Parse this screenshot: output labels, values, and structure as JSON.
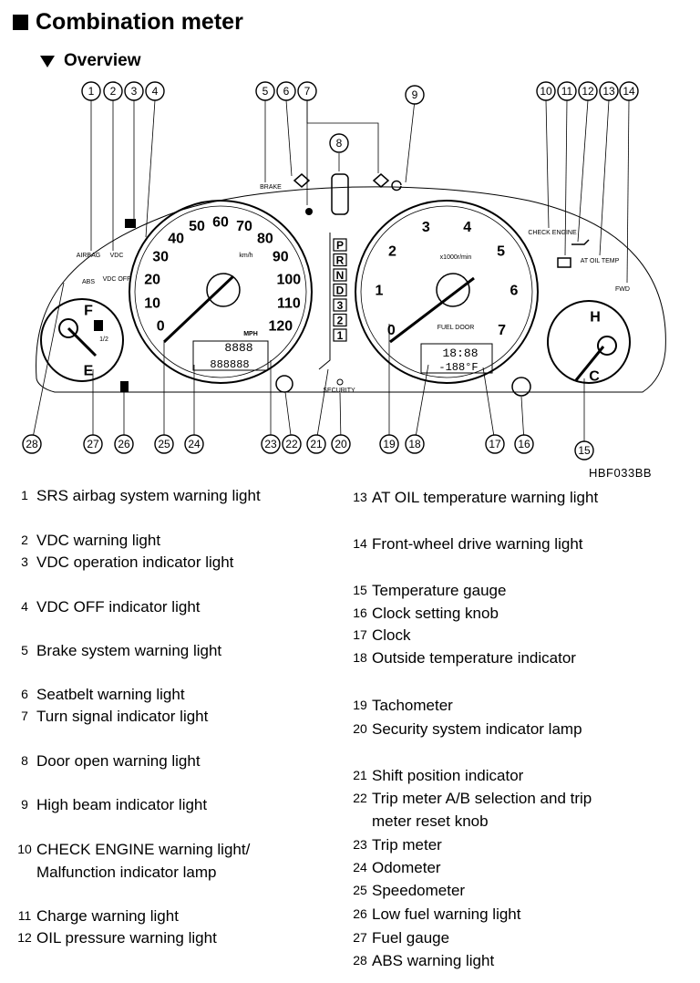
{
  "header": {
    "title": "Combination meter",
    "subtitle": "Overview"
  },
  "figure": {
    "code": "HBF033BB",
    "labels": {
      "airbag": "AIRBAG",
      "vdc": "VDC",
      "vdc_off": "VDC OFF",
      "abs": "ABS",
      "brake": "BRAKE",
      "check_engine": "CHECK ENGINE",
      "at_oil_temp": "AT OIL TEMP",
      "fwd": "FWD",
      "security": "SECURITY",
      "mph": "MPH",
      "kmh": "km/h",
      "rpm": "x1000r/min",
      "fuel_door": "FUEL DOOR",
      "odometer_display": "888888",
      "trip_display": "8888",
      "clock_display": "18:88",
      "temp_display": "-188°F",
      "fuel_full": "F",
      "fuel_half": "1/2",
      "fuel_empty": "E",
      "temp_hot": "H",
      "temp_cold": "C"
    },
    "speedometer_mph": [
      "0",
      "10",
      "20",
      "30",
      "40",
      "50",
      "60",
      "70",
      "80",
      "90",
      "100",
      "110",
      "120"
    ],
    "tachometer": [
      "0",
      "1",
      "2",
      "3",
      "4",
      "5",
      "6",
      "7"
    ],
    "shift_positions": [
      "P",
      "R",
      "N",
      "D",
      "3",
      "2",
      "1"
    ],
    "callouts_top": [
      "1",
      "2",
      "3",
      "4",
      "5",
      "6",
      "7",
      "8",
      "9",
      "10",
      "11",
      "12",
      "13",
      "14"
    ],
    "callouts_bottom": [
      "28",
      "27",
      "26",
      "25",
      "24",
      "23",
      "22",
      "21",
      "20",
      "19",
      "18",
      "17",
      "16",
      "15"
    ]
  },
  "legend": [
    {
      "num": "1",
      "text": "SRS airbag system warning light"
    },
    {
      "num": "2",
      "text": "VDC warning light"
    },
    {
      "num": "3",
      "text": "VDC operation indicator light"
    },
    {
      "num": "4",
      "text": "VDC OFF indicator light"
    },
    {
      "num": "5",
      "text": "Brake system warning light"
    },
    {
      "num": "6",
      "text": "Seatbelt warning light"
    },
    {
      "num": "7",
      "text": "Turn signal indicator light"
    },
    {
      "num": "8",
      "text": "Door open warning light"
    },
    {
      "num": "9",
      "text": "High beam indicator light"
    },
    {
      "num": "10",
      "text": "CHECK ENGINE warning light/\nMalfunction indicator lamp"
    },
    {
      "num": "11",
      "text": "Charge warning light"
    },
    {
      "num": "12",
      "text": "OIL pressure warning light"
    },
    {
      "num": "13",
      "text": "AT OIL temperature warning light"
    },
    {
      "num": "14",
      "text": "Front-wheel drive warning light"
    },
    {
      "num": "15",
      "text": "Temperature gauge"
    },
    {
      "num": "16",
      "text": "Clock setting knob"
    },
    {
      "num": "17",
      "text": "Clock"
    },
    {
      "num": "18",
      "text": "Outside temperature indicator"
    },
    {
      "num": "19",
      "text": "Tachometer"
    },
    {
      "num": "20",
      "text": "Security system indicator lamp"
    },
    {
      "num": "21",
      "text": "Shift position indicator"
    },
    {
      "num": "22",
      "text": "Trip meter A/B selection and trip\nmeter reset knob"
    },
    {
      "num": "23",
      "text": "Trip meter"
    },
    {
      "num": "24",
      "text": "Odometer"
    },
    {
      "num": "25",
      "text": "Speedometer"
    },
    {
      "num": "26",
      "text": "Low fuel warning light"
    },
    {
      "num": "27",
      "text": "Fuel gauge"
    },
    {
      "num": "28",
      "text": "ABS warning light"
    }
  ]
}
